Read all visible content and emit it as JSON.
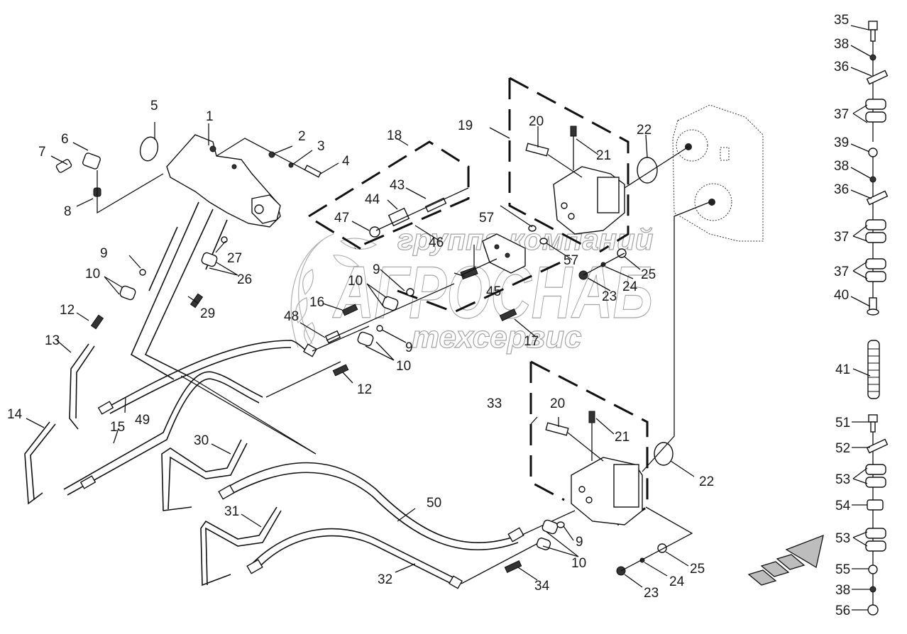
{
  "diagram": {
    "title": "Hydraulic pump and hose assembly (exploded parts view)",
    "watermark": {
      "line1": "группа компаний",
      "line2": "АГРОСНАБ",
      "line3": "техсервис"
    },
    "callouts": {
      "c1": "1",
      "c2": "2",
      "c3": "3",
      "c4": "4",
      "c5": "5",
      "c6": "6",
      "c7": "7",
      "c8": "8",
      "c9a": "9",
      "c9b": "9",
      "c9c": "9",
      "c9d": "9",
      "c10a": "10",
      "c10b": "10",
      "c10c": "10",
      "c10d": "10",
      "c12a": "12",
      "c12b": "12",
      "c13": "13",
      "c14": "14",
      "c15": "15",
      "c16": "16",
      "c17": "17",
      "c18": "18",
      "c19": "19",
      "c20a": "20",
      "c20b": "20",
      "c21a": "21",
      "c21b": "21",
      "c22a": "22",
      "c22b": "22",
      "c23a": "23",
      "c23b": "23",
      "c24a": "24",
      "c24b": "24",
      "c25a": "25",
      "c25b": "25",
      "c26": "26",
      "c27": "27",
      "c29": "29",
      "c30": "30",
      "c31": "31",
      "c32": "32",
      "c33": "33",
      "c34": "34",
      "c43": "43",
      "c44": "44",
      "c45": "45",
      "c46": "46",
      "c47": "47",
      "c48": "48",
      "c49": "49",
      "c50": "50",
      "c57a": "57",
      "c57b": "57"
    },
    "side_stack": {
      "c35": "35",
      "c38a": "38",
      "c36a": "36",
      "c37a": "37",
      "c39": "39",
      "c38b": "38",
      "c36b": "36",
      "c37b": "37",
      "c37c": "37",
      "c40": "40",
      "c41": "41",
      "c51": "51",
      "c52": "52",
      "c53a": "53",
      "c54": "54",
      "c53b": "53",
      "c55": "55",
      "c38c": "38",
      "c56": "56"
    },
    "direction_arrow": "forward-direction-icon"
  }
}
